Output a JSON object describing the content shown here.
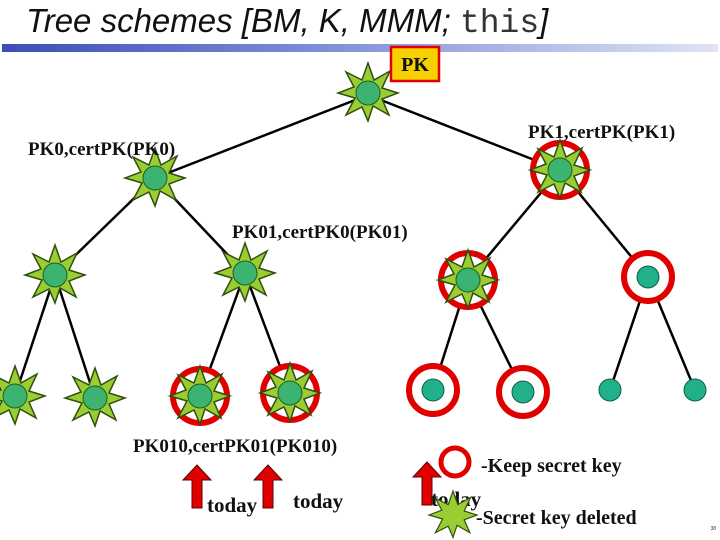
{
  "title": {
    "prefix": "Tree schemes [BM, K, MMM; ",
    "mono": "this",
    "suffix": "]"
  },
  "root_label": "PK",
  "node_labels": {
    "pk0": "PK0,certPK(PK0)",
    "pk1": "PK1,certPK(PK1)",
    "pk01": "PK01,certPK0(PK01)",
    "pk010": "PK010,certPK01(PK010)"
  },
  "today_labels": [
    "today",
    "today",
    "today"
  ],
  "legend": {
    "keep": "-Keep secret key",
    "deleted": "-Secret key deleted"
  },
  "page_number": "38",
  "colors": {
    "starburst": "#9acd32",
    "node_fill": "#3cb371",
    "red": "#e00000",
    "teal": "#20b08a",
    "title_bar": "#3a4fb5",
    "root_box": "#f5d000"
  }
}
